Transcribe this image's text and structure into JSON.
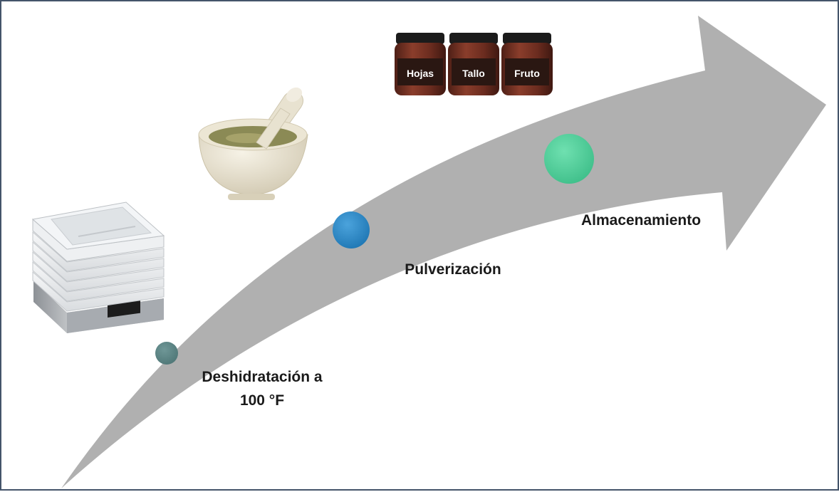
{
  "steps": [
    {
      "label_line1": "Deshidratación a",
      "label_line2": "100 °F",
      "color": "#5f8585"
    },
    {
      "label_line1": "Pulverización",
      "label_line2": "",
      "color": "#2b86c4"
    },
    {
      "label_line1": "Almacenamiento",
      "label_line2": "",
      "color": "#4fcf9a"
    }
  ],
  "jars": [
    {
      "label": "Hojas"
    },
    {
      "label": "Tallo"
    },
    {
      "label": "Fruto"
    }
  ],
  "colors": {
    "arrow": "#b0b0b0",
    "frame_border": "#44546a",
    "jar_body": "#7a3526",
    "jar_lid": "#1b1b1b",
    "mortar": "#e7e1cf"
  },
  "icons": [
    "food-dehydrator-icon",
    "mortar-and-pestle-icon",
    "amber-jar-icon"
  ]
}
